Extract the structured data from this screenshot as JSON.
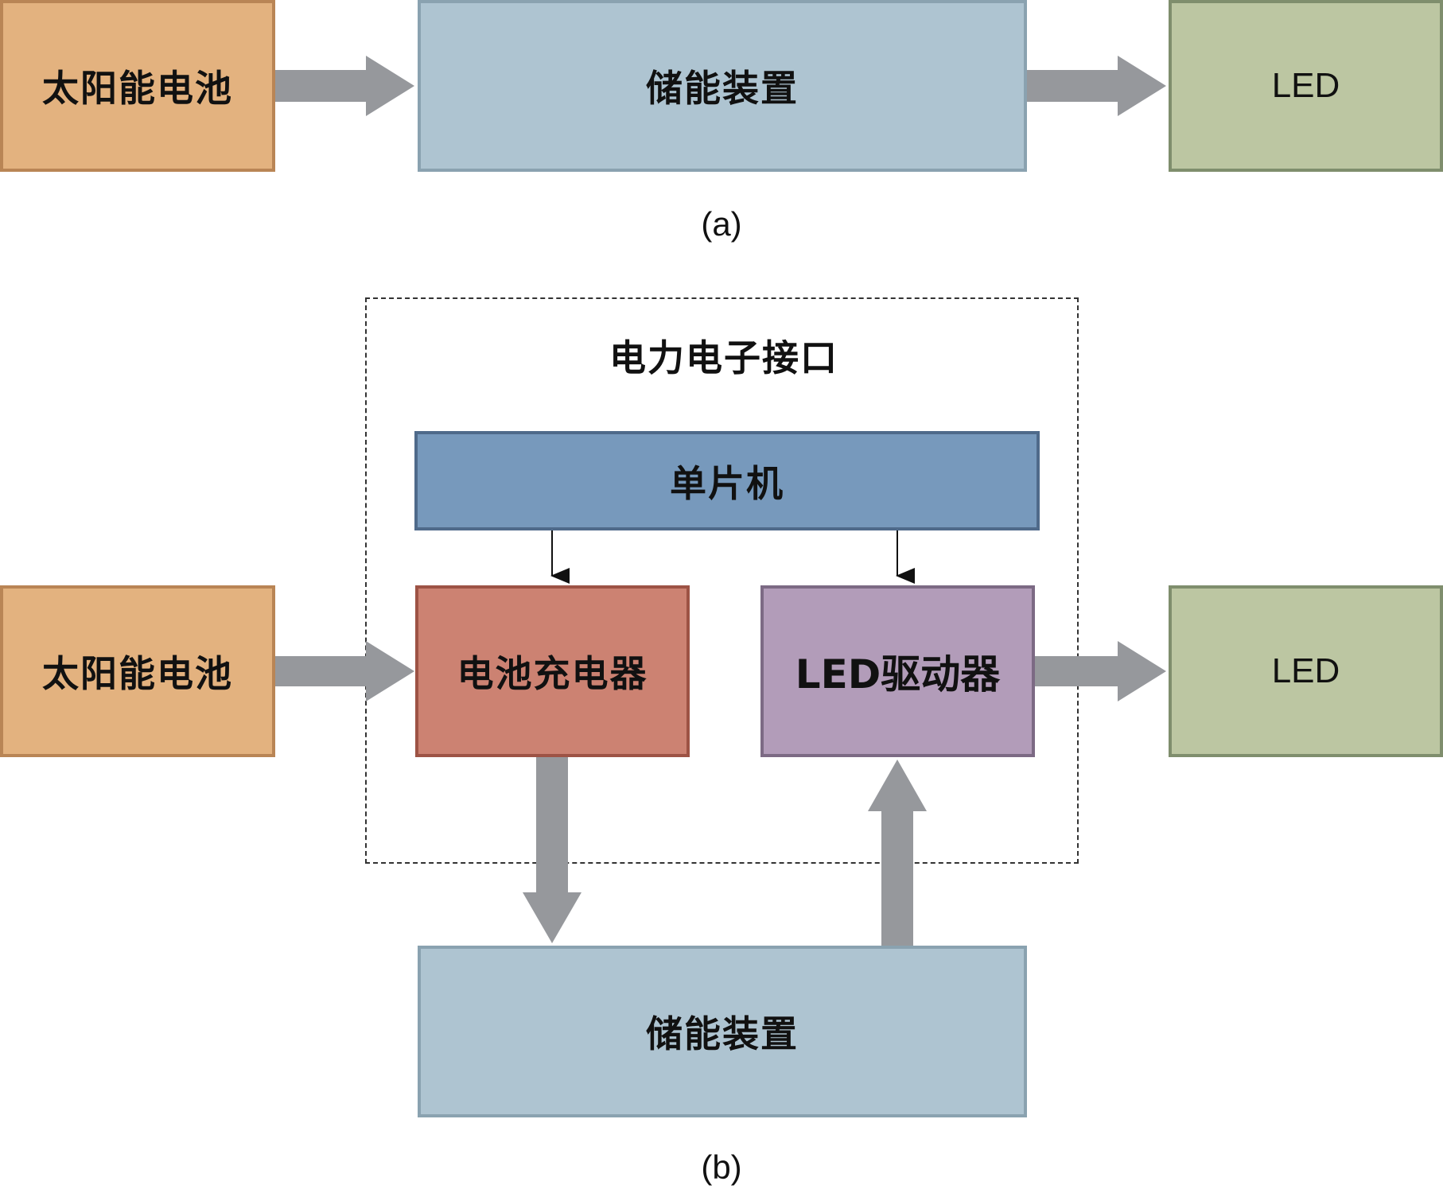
{
  "panel_a": {
    "solar_cell": "太阳能电池",
    "storage": "储能装置",
    "led": "LED",
    "caption": "(a)"
  },
  "panel_b": {
    "interface_title": "电力电子接口",
    "mcu": "单片机",
    "charger": "电池充电器",
    "driver": "LED驱动器",
    "solar_cell": "太阳能电池",
    "led": "LED",
    "storage": "储能装置",
    "caption": "(b)"
  },
  "colors": {
    "solar": "#e3b27f",
    "storage": "#aec4d1",
    "led": "#bcc6a2",
    "mcu": "#7799bc",
    "charger": "#cc8272",
    "driver": "#b29cb9",
    "arrow": "#96989c"
  }
}
